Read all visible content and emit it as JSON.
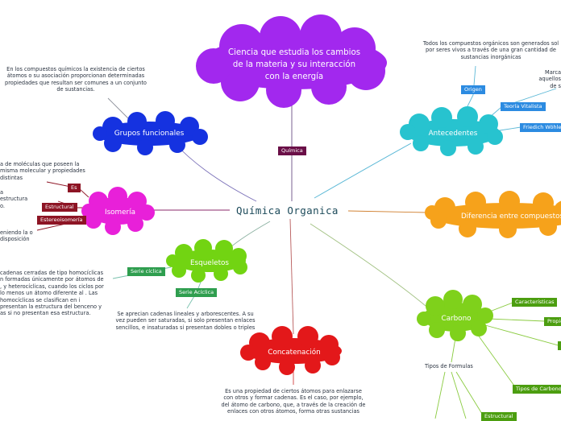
{
  "central": "Química Organica",
  "colors": {
    "purple": "#a228ee",
    "blue": "#1532e0",
    "magenta": "#e820d9",
    "teal": "#27c3cf",
    "orange": "#f6a21b",
    "green": "#72d412",
    "lime": "#7fd11b",
    "red": "#e3181a",
    "maroon": "#6a0f47",
    "dark_red": "#8d1424",
    "tag_green": "#2f9e4f",
    "tag_blue": "#2c8be1",
    "tag_lime": "#4c9e10"
  },
  "nodes": {
    "definition": "Ciencia que estudia los cambios de la materia y su interacción con la energía",
    "grupos": "Grupos funcionales",
    "isomeria": "Isomería",
    "esqueletos": "Esqueletos",
    "concatenacion": "Concatenación",
    "antecedentes": "Antecedentes",
    "diferencia": "Diferencia entre compuestos",
    "carbono": "Carbono"
  },
  "tags": {
    "quimica": "Química",
    "es": "Es",
    "estructural": "Estructural",
    "estereoisomeria": "Estereoisomería",
    "serie_ciclica": "Serie cíclica",
    "serie_aciclica": "Serie Acíclica",
    "origen": "Origen",
    "teoria_vitalista": "Teoría Vitalista",
    "friedrich": "Friedich  Wöhler",
    "caracteristicas": "Características",
    "propiedades": "Propiedades",
    "tipos_carbono": "Tipos de Carbono",
    "estructural_formula": "Estructural"
  },
  "texts": {
    "grupos_desc": "En los compuestos químicos la existencia de ciertos átomos o su asociación proporcionan determinadas propiedades que resultan ser comunes a un conjunto de sustancias.",
    "iso_es": "a de moléculas que poseen la misma molecular y propiedades distintas",
    "iso_estructural": "a estructura o.",
    "iso_estereo": "eniendo la o disposición",
    "serie_ciclica_desc": "cadenas cerradas de tipo homocíclicas n formadas únicamente por átomos de , y heterocíclicas, cuando los ciclos por lo menos un átomo diferente al . Las homocíclicas se clasifican en i presentan la estructura del benceno y as si no presentan esa estructura.",
    "serie_aciclica_desc": "Se aprecian cadenas lineales y arborescentes. A su vez pueden ser saturadas, si solo presentan enlaces sencillos, e insaturadas si presentan dobles o triples",
    "concat_desc": "Es una propiedad de ciertos átomos para enlazarse con otros y formar cadenas. Es el caso, por ejemplo, del átomo de carbono, que, a través de la creación de enlaces con otros átomos, forma otras sustancias",
    "origen_desc": "Todos los compuestos orgánicos son generados sol por seres vivos a través de una gran cantidad de sustancias inorgánicas",
    "vitalista_desc": "Marca aquellos de s",
    "tipos_formulas": "Tipos de Formulas"
  }
}
